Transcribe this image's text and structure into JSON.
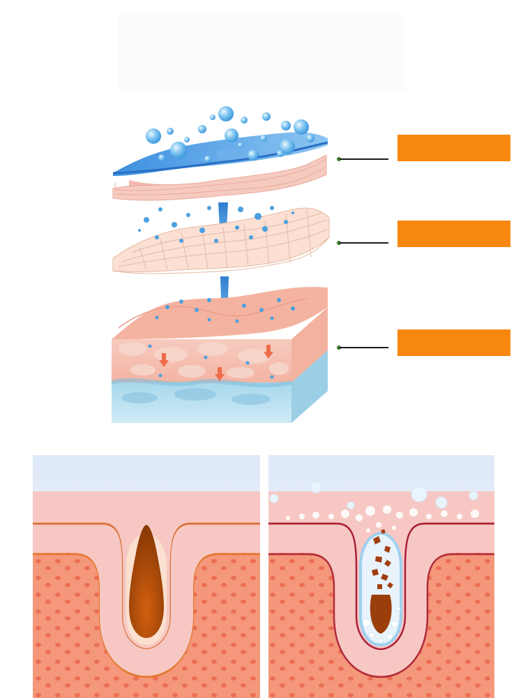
{
  "layers": [
    {
      "id": "top-layer",
      "label": ""
    },
    {
      "id": "middle-layer",
      "label": ""
    },
    {
      "id": "bottom-layer",
      "label": ""
    }
  ],
  "panels": [
    {
      "id": "pore-clogged",
      "label": ""
    },
    {
      "id": "pore-cleansed",
      "label": ""
    }
  ],
  "colors": {
    "label_bar": "#f7870f",
    "water": "#4aa8e6",
    "skin_pink": "#f6c9c0",
    "dermis_orange": "#f08a6a",
    "sebum": "#a84a10"
  }
}
